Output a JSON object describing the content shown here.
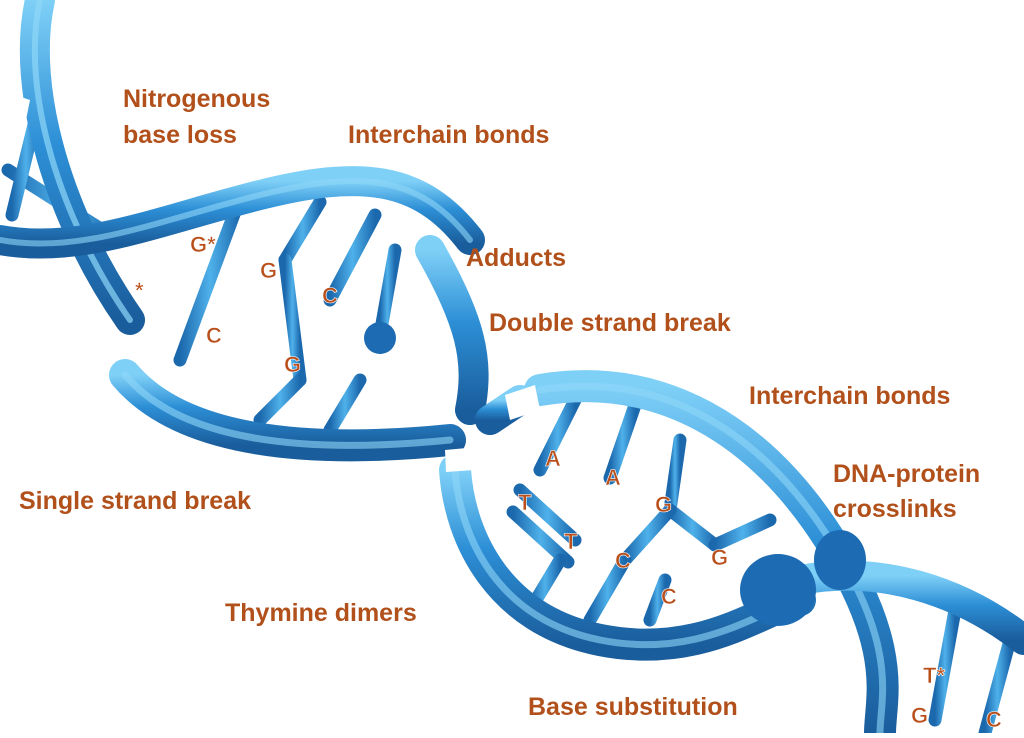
{
  "diagram": {
    "labels": {
      "base_loss_line1": "Nitrogenous",
      "base_loss_line2": "base loss",
      "interchain_top": "Interchain bonds",
      "adducts": "Adducts",
      "double_strand_break": "Double strand break",
      "interchain_right": "Interchain bonds",
      "single_strand_break": "Single strand break",
      "dna_protein_line1": "DNA-protein",
      "dna_protein_line2": "crosslinks",
      "thymine_dimers": "Thymine dimers",
      "base_substitution": "Base substitution"
    },
    "bases": {
      "g_star": "G*",
      "star": "*",
      "g_upper": "G",
      "c_upper": "C",
      "c_left": "C",
      "g_mid": "G",
      "a1": "A",
      "a2": "A",
      "t1": "T",
      "t2": "T",
      "g_right": "G",
      "c_mid": "C",
      "g_right2": "G",
      "c_low": "C",
      "t_star": "T*",
      "g_bottom": "G",
      "c_bottom": "C"
    },
    "colors": {
      "helix_main": "#2d8fd6",
      "helix_light": "#6cc3f2",
      "helix_dark": "#1a5d9c",
      "label_text": "#b1501a"
    }
  }
}
